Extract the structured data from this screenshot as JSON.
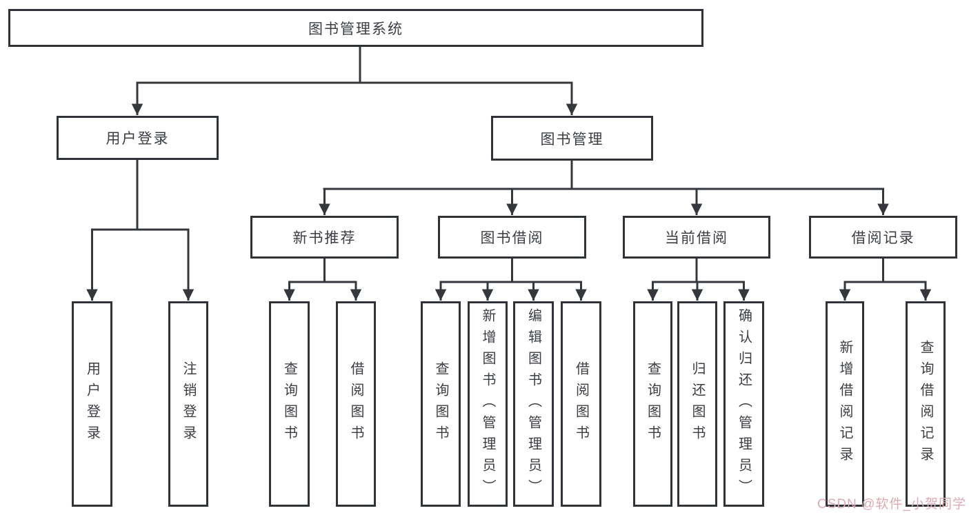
{
  "diagram": {
    "title": "图书管理系统",
    "root": {
      "label": "图书管理系统"
    },
    "level2": [
      {
        "label": "用户登录"
      },
      {
        "label": "图书管理"
      }
    ],
    "level3": [
      {
        "label": "新书推荐"
      },
      {
        "label": "图书借阅"
      },
      {
        "label": "当前借阅"
      },
      {
        "label": "借阅记录"
      }
    ],
    "leaves": {
      "user_login": [
        {
          "label": "用户登录"
        },
        {
          "label": "注销登录"
        }
      ],
      "new_book": [
        {
          "label": "查询图书"
        },
        {
          "label": "借阅图书"
        }
      ],
      "book_borrow": [
        {
          "label": "查询图书"
        },
        {
          "label": "新增图书（管理员）"
        },
        {
          "label": "编辑图书（管理员）"
        },
        {
          "label": "借阅图书"
        }
      ],
      "current_borrow": [
        {
          "label": "查询图书"
        },
        {
          "label": "归还图书"
        },
        {
          "label": "确认归还（管理员）"
        }
      ],
      "borrow_records": [
        {
          "label": "新增借阅记录"
        },
        {
          "label": "查询借阅记录"
        }
      ]
    }
  },
  "watermark": {
    "text": "CSDN @软件_小贺同学"
  },
  "colors": {
    "line": "#34373c",
    "box_border": "#2f3338",
    "text": "#3a3d42",
    "watermark_pink": "#deaab2",
    "background": "#ffffff"
  }
}
